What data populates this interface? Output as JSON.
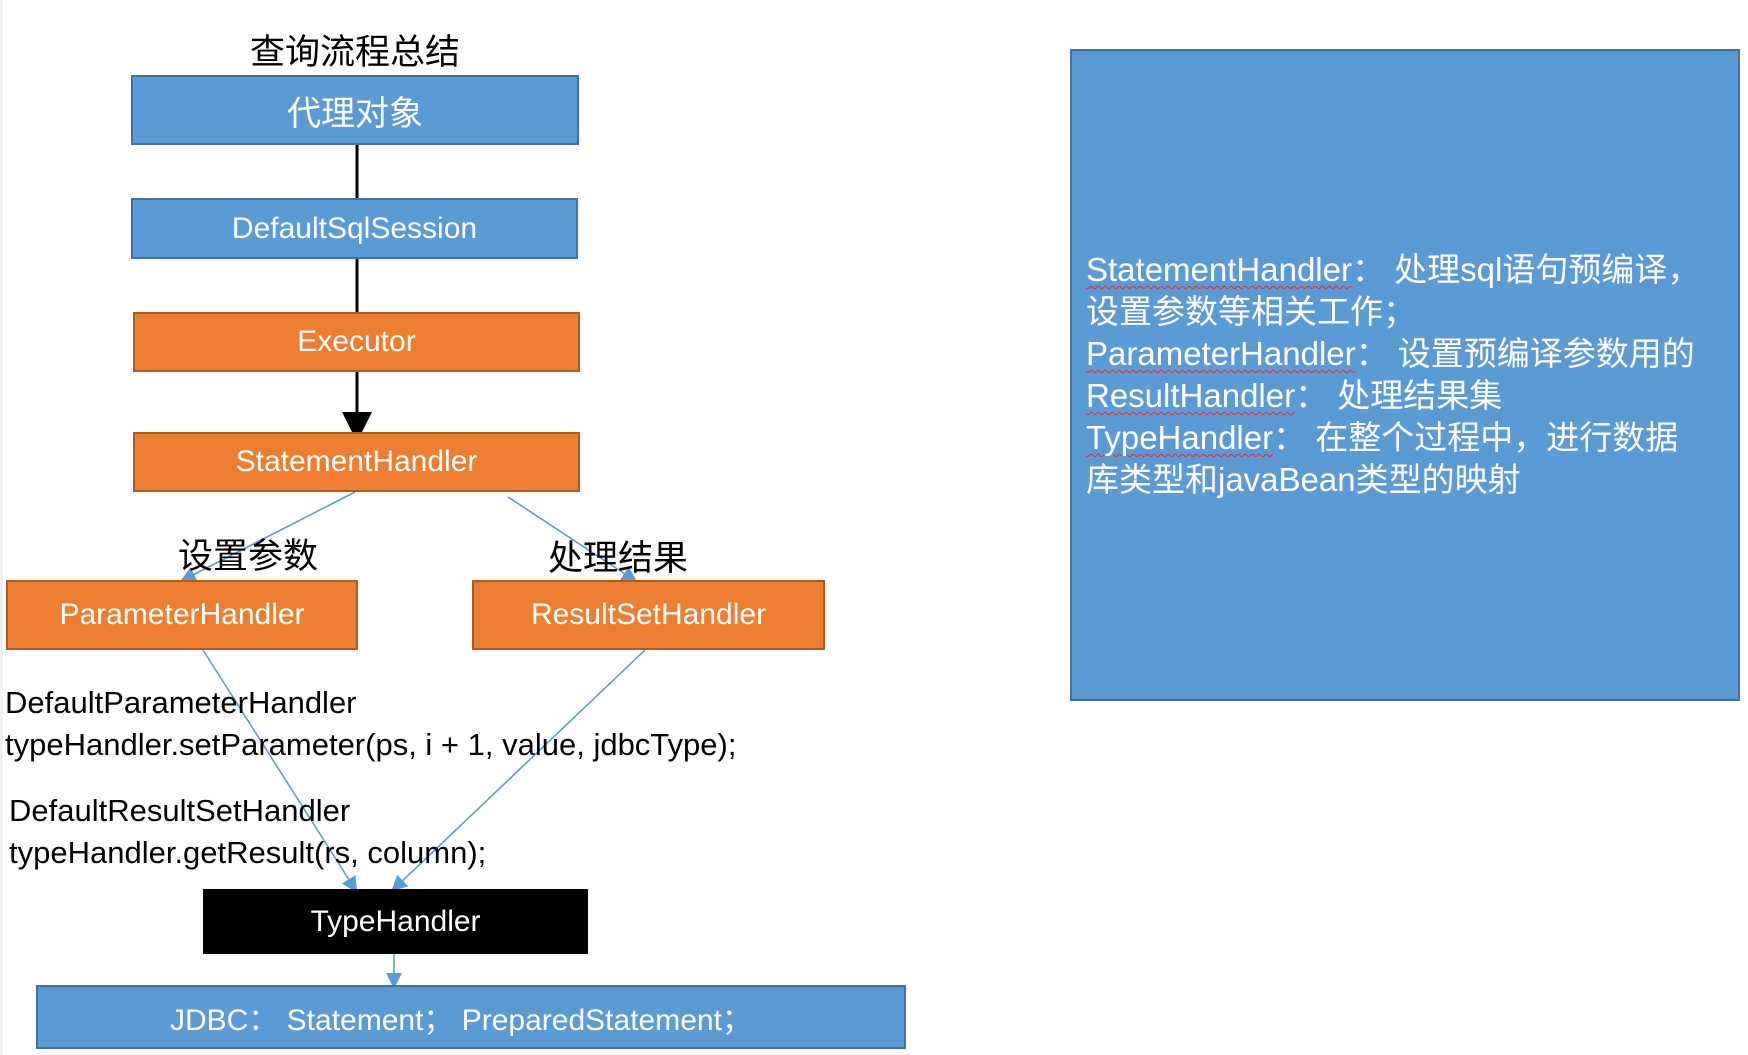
{
  "diagram": {
    "title": "查询流程总结",
    "nodes": {
      "proxy": "代理对象",
      "session": "DefaultSqlSession",
      "executor": "Executor",
      "statement_handler": "StatementHandler",
      "parameter_handler": "ParameterHandler",
      "resultset_handler": "ResultSetHandler",
      "type_handler": "TypeHandler",
      "jdbc": "JDBC：  Statement；  PreparedStatement；"
    },
    "branch_labels": {
      "left": "设置参数",
      "right": "处理结果"
    },
    "code": {
      "param_class": "DefaultParameterHandler",
      "param_call": " typeHandler.setParameter(ps, i + 1, value, jdbcType);",
      "result_class": "DefaultResultSetHandler",
      "result_call": "typeHandler.getResult(rs, column);"
    },
    "colors": {
      "blue": "#5b9bd5",
      "orange": "#ed7d31",
      "black": "#000000",
      "connector": "#5b9bd5"
    }
  },
  "note": {
    "rows": [
      {
        "term": "StatementHandler",
        "text": "：  处理sql语句预编译，"
      },
      {
        "term": "",
        "text": "设置参数等相关工作；"
      },
      {
        "term": "ParameterHandler",
        "text": "：  设置预编译参数用的"
      },
      {
        "term": "ResultHandler",
        "text": "：  处理结果集"
      },
      {
        "term": "TypeHandler",
        "text": "：  在整个过程中，进行数据"
      },
      {
        "term": "",
        "text": "库类型和javaBean类型的映射"
      }
    ]
  }
}
